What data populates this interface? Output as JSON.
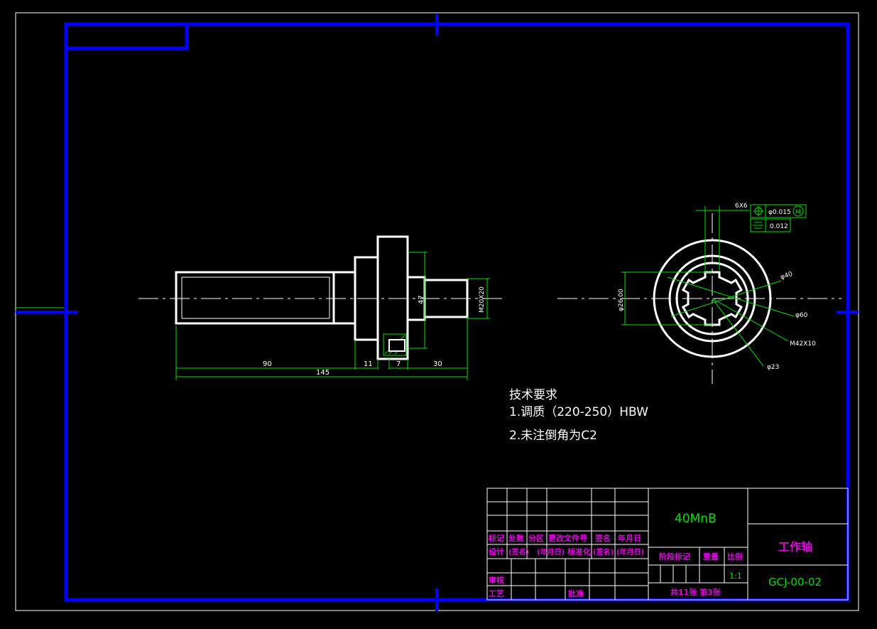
{
  "tech_requirements": {
    "title": "技术要求",
    "items": [
      "1.调质（220-250）HBW",
      "2.未注倒角为C2"
    ]
  },
  "dimensions": {
    "d90": "90",
    "d145": "145",
    "d11": "11",
    "d7": "7",
    "d30": "30",
    "d47": "47",
    "thread_m20": "M20X20",
    "keyway": "6X6",
    "dia26": "φ26.00",
    "dia40": "φ40",
    "dia60": "φ60",
    "thread_m42": "M42X10",
    "dia23": "φ23",
    "tol_position": "φ0.015",
    "tol_position_mod": "M",
    "tol_symmetry": "0.012"
  },
  "title_block": {
    "material": "40MnB",
    "part_name": "工作轴",
    "drawing_no": "GCJ-00-02",
    "scale": "1:1",
    "sheets": "共11张 第3张",
    "row_headers": [
      "标记",
      "处数",
      "分区",
      "更改文件号",
      "签名",
      "年月日"
    ],
    "design_row": [
      "设计",
      "(签名)",
      "(年月日)",
      "标准化",
      "(签名)",
      "(年月日)"
    ],
    "stage_label": "阶段标记",
    "weight_label": "重量",
    "scale_label": "比例",
    "review": "审核",
    "process": "工艺",
    "approve": "批准"
  },
  "colors": {
    "frame": "#0000ff",
    "part": "#ffffff",
    "dimension": "#00e000",
    "table_text": "#e000e0"
  }
}
